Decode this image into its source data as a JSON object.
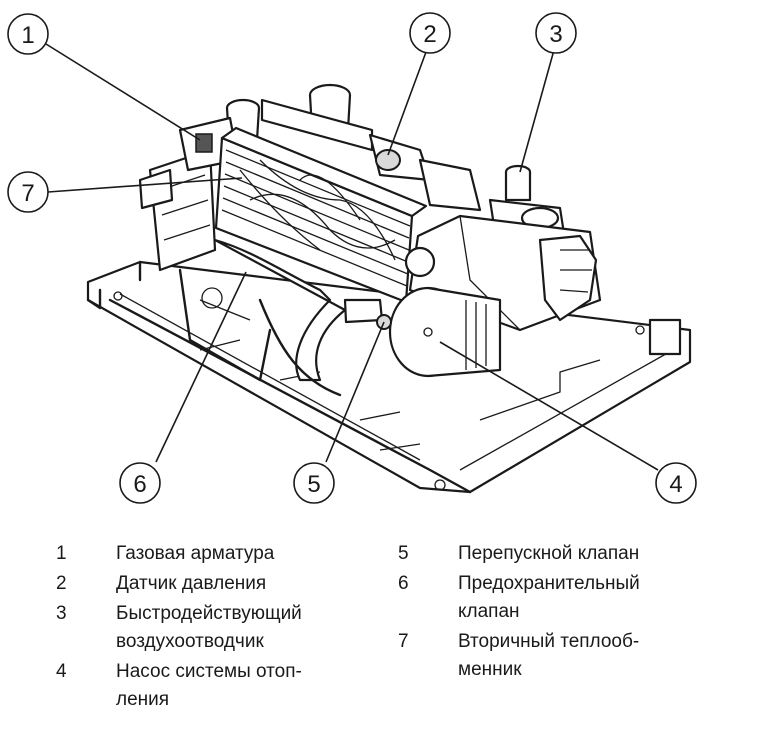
{
  "callouts": [
    "1",
    "2",
    "3",
    "4",
    "5",
    "6",
    "7"
  ],
  "legend": {
    "left": [
      {
        "number": "1",
        "lines": [
          "Газовая арматура"
        ]
      },
      {
        "number": "2",
        "lines": [
          "Датчик давления"
        ]
      },
      {
        "number": "3",
        "lines": [
          "Быстродействующий",
          "воздухоотводчик"
        ]
      },
      {
        "number": "4",
        "lines": [
          "Насос системы отоп-",
          "ления"
        ]
      }
    ],
    "right": [
      {
        "number": "5",
        "lines": [
          "Перепускной клапан"
        ]
      },
      {
        "number": "6",
        "lines": [
          "Предохранительный",
          "клапан"
        ]
      },
      {
        "number": "7",
        "lines": [
          "Вторичный теплооб-",
          "менник"
        ]
      }
    ]
  }
}
